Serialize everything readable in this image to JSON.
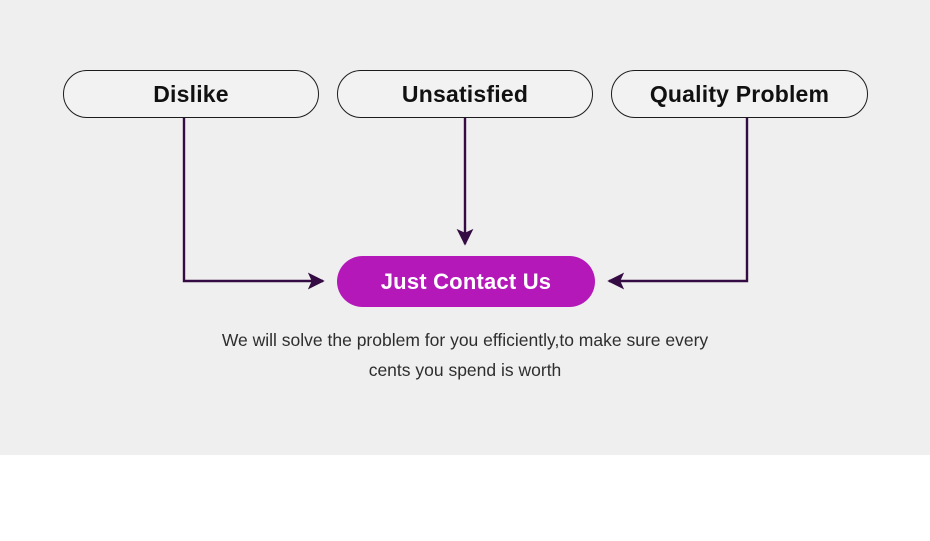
{
  "panel": {
    "background_color": "#efefef",
    "page_background_color": "#ffffff"
  },
  "nodes": [
    {
      "id": "dislike",
      "label": "Dislike",
      "icon": "pill-box"
    },
    {
      "id": "unsatisfied",
      "label": "Unsatisfied",
      "icon": "pill-box"
    },
    {
      "id": "quality-problem",
      "label": "Quality Problem",
      "icon": "pill-box"
    }
  ],
  "cta": {
    "label": "Just Contact Us",
    "color": "#b518b9",
    "text_color": "#ffffff"
  },
  "caption": {
    "line1": "We will solve the problem for you efficiently,to make sure every",
    "line2": "cents you spend is worth",
    "text": "We will solve the problem for you efficiently,to make sure every cents you spend is worth",
    "color": "#2e2e2e"
  },
  "connectors": {
    "color": "#340b42",
    "arrows": [
      {
        "id": "dislike-to-cta",
        "from": "dislike",
        "to": "cta",
        "direction": "right"
      },
      {
        "id": "unsatisfied-to-cta",
        "from": "unsatisfied",
        "to": "cta",
        "direction": "down"
      },
      {
        "id": "quality-to-cta",
        "from": "quality-problem",
        "to": "cta",
        "direction": "left"
      }
    ]
  },
  "border": {
    "node_border_color": "#1c1c1c",
    "node_fill_color": "#f2f2f2"
  }
}
